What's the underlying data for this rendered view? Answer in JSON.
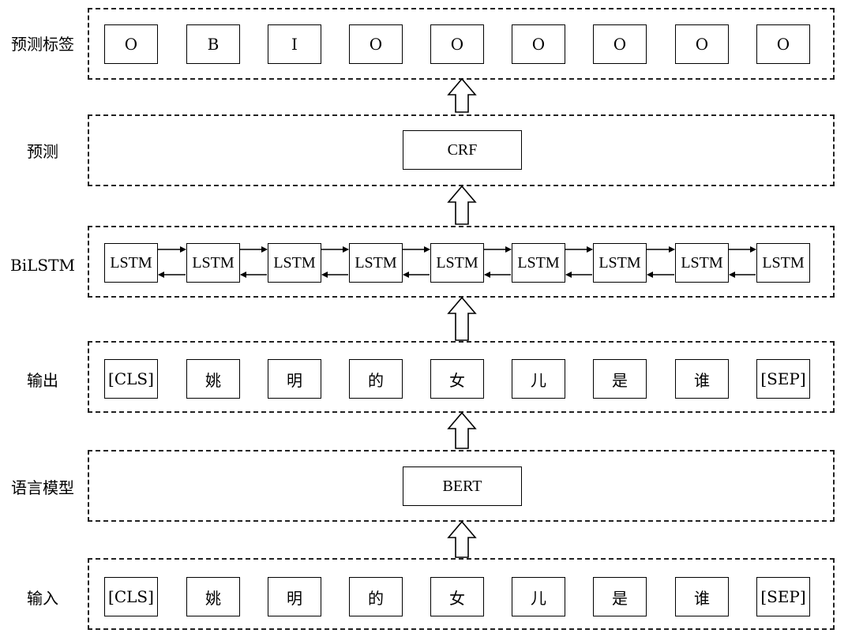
{
  "rows": {
    "predicted_tags": {
      "label": "预测标签",
      "cells": [
        "O",
        "B",
        "I",
        "O",
        "O",
        "O",
        "O",
        "O",
        "O"
      ]
    },
    "prediction": {
      "label": "预测",
      "model": "CRF"
    },
    "bilstm": {
      "label": "BiLSTM",
      "cells": [
        "LSTM",
        "LSTM",
        "LSTM",
        "LSTM",
        "LSTM",
        "LSTM",
        "LSTM",
        "LSTM",
        "LSTM"
      ]
    },
    "output": {
      "label": "输出",
      "cells": [
        "[CLS]",
        "姚",
        "明",
        "的",
        "女",
        "儿",
        "是",
        "谁",
        "[SEP]"
      ]
    },
    "language_model": {
      "label": "语言模型",
      "model": "BERT"
    },
    "input": {
      "label": "输入",
      "cells": [
        "[CLS]",
        "姚",
        "明",
        "的",
        "女",
        "儿",
        "是",
        "谁",
        "[SEP]"
      ]
    }
  }
}
